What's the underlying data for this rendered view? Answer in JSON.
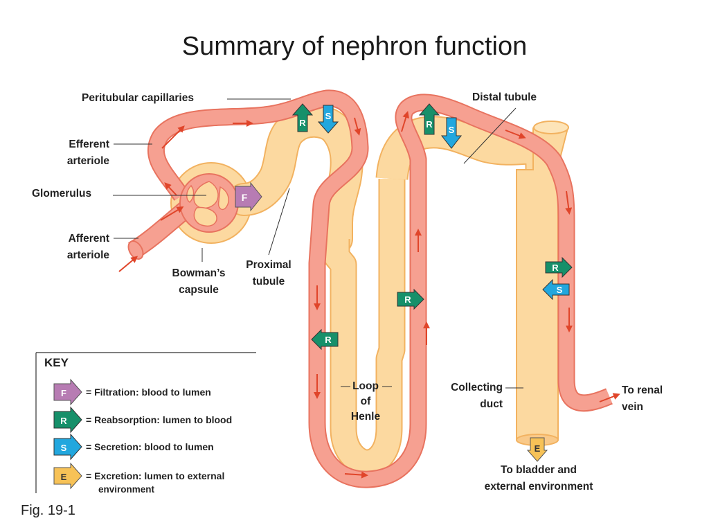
{
  "title": "Summary of nephron function",
  "labels": {
    "peritubular_capillaries": "Peritubular capillaries",
    "distal_tubule": "Distal tubule",
    "efferent_arteriole_1": "Efferent",
    "efferent_arteriole_2": "arteriole",
    "glomerulus": "Glomerulus",
    "afferent_arteriole_1": "Afferent",
    "afferent_arteriole_2": "arteriole",
    "bowmans_capsule_1": "Bowman’s",
    "bowmans_capsule_2": "capsule",
    "proximal_tubule_1": "Proximal",
    "proximal_tubule_2": "tubule",
    "loop_of_henle_1": "Loop",
    "loop_of_henle_2": "of",
    "loop_of_henle_3": "Henle",
    "collecting_duct_1": "Collecting",
    "collecting_duct_2": "duct",
    "to_renal_vein_1": "To renal",
    "to_renal_vein_2": "vein",
    "to_bladder_1": "To bladder and",
    "to_bladder_2": "external environment"
  },
  "arrows": {
    "filtration": "F",
    "reabsorption": "R",
    "secretion": "S",
    "excretion": "E"
  },
  "key": {
    "title": "KEY",
    "filtration": "= Filtration: blood to lumen",
    "reabsorption": "= Reabsorption: lumen to blood",
    "secretion": "= Secretion: blood to lumen",
    "excretion_1": "= Excretion: lumen to external",
    "excretion_2": "environment"
  },
  "figure_label": "Fig. 19-1",
  "colors": {
    "tubule_fill": "#fcd9a0",
    "tubule_edge": "#f2b260",
    "vessel_fill": "#f6a091",
    "vessel_edge": "#e8735f",
    "flow_arrow": "#e0452a",
    "filtration": "#b77cb3",
    "reabsorption": "#16906a",
    "secretion": "#22a7de",
    "excretion": "#f7c257"
  }
}
